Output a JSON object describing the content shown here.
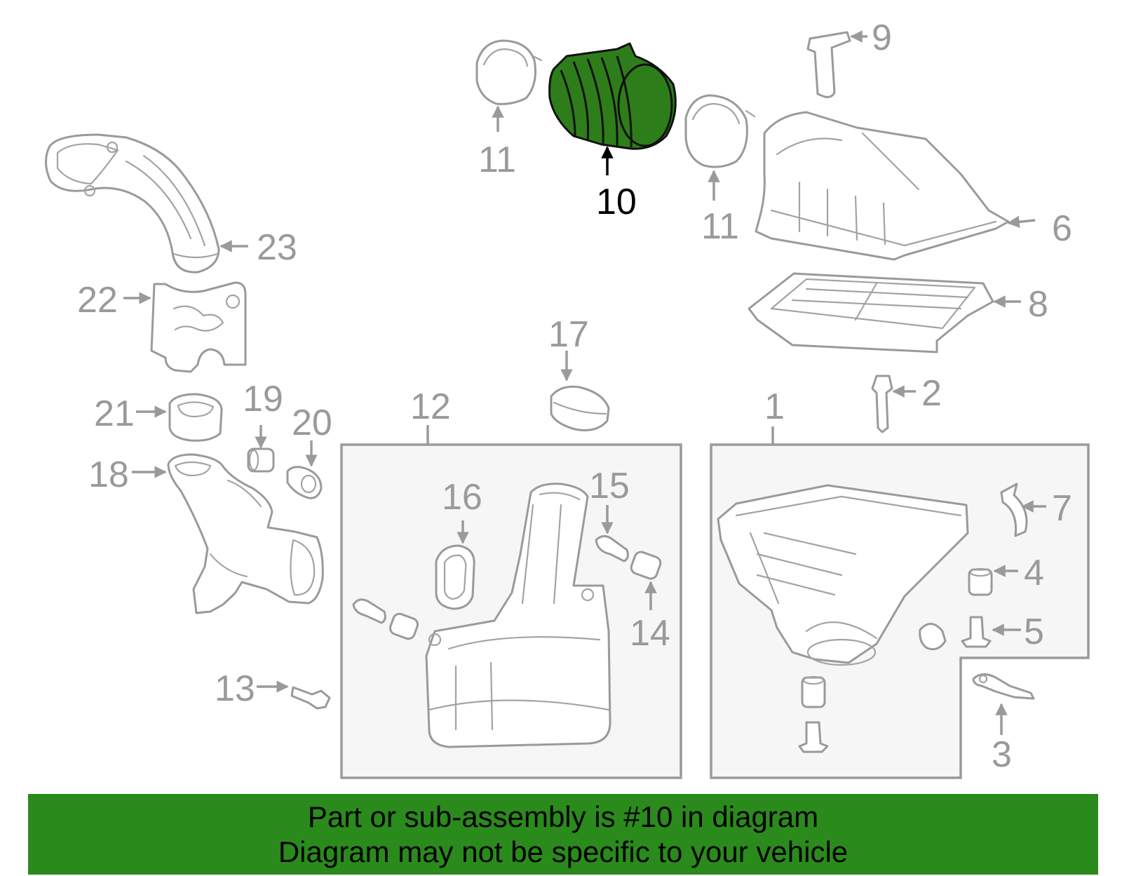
{
  "diagram": {
    "highlighted_part": "10",
    "callouts": {
      "c1": "1",
      "c2": "2",
      "c3": "3",
      "c4": "4",
      "c5": "5",
      "c6": "6",
      "c7": "7",
      "c8": "8",
      "c9": "9",
      "c10": "10",
      "c11a": "11",
      "c11b": "11",
      "c12": "12",
      "c13": "13",
      "c14": "14",
      "c15": "15",
      "c16": "16",
      "c17": "17",
      "c18": "18",
      "c19": "19",
      "c20": "20",
      "c21": "21",
      "c22": "22",
      "c23": "23"
    },
    "colors": {
      "highlight_fill": "#2e7d1b",
      "banner_background": "#2a8a1c",
      "line_gray": "#9a9a9a"
    }
  },
  "banner": {
    "line1": "Part or sub-assembly is #10 in diagram",
    "line2": "Diagram may not be specific to your vehicle"
  }
}
